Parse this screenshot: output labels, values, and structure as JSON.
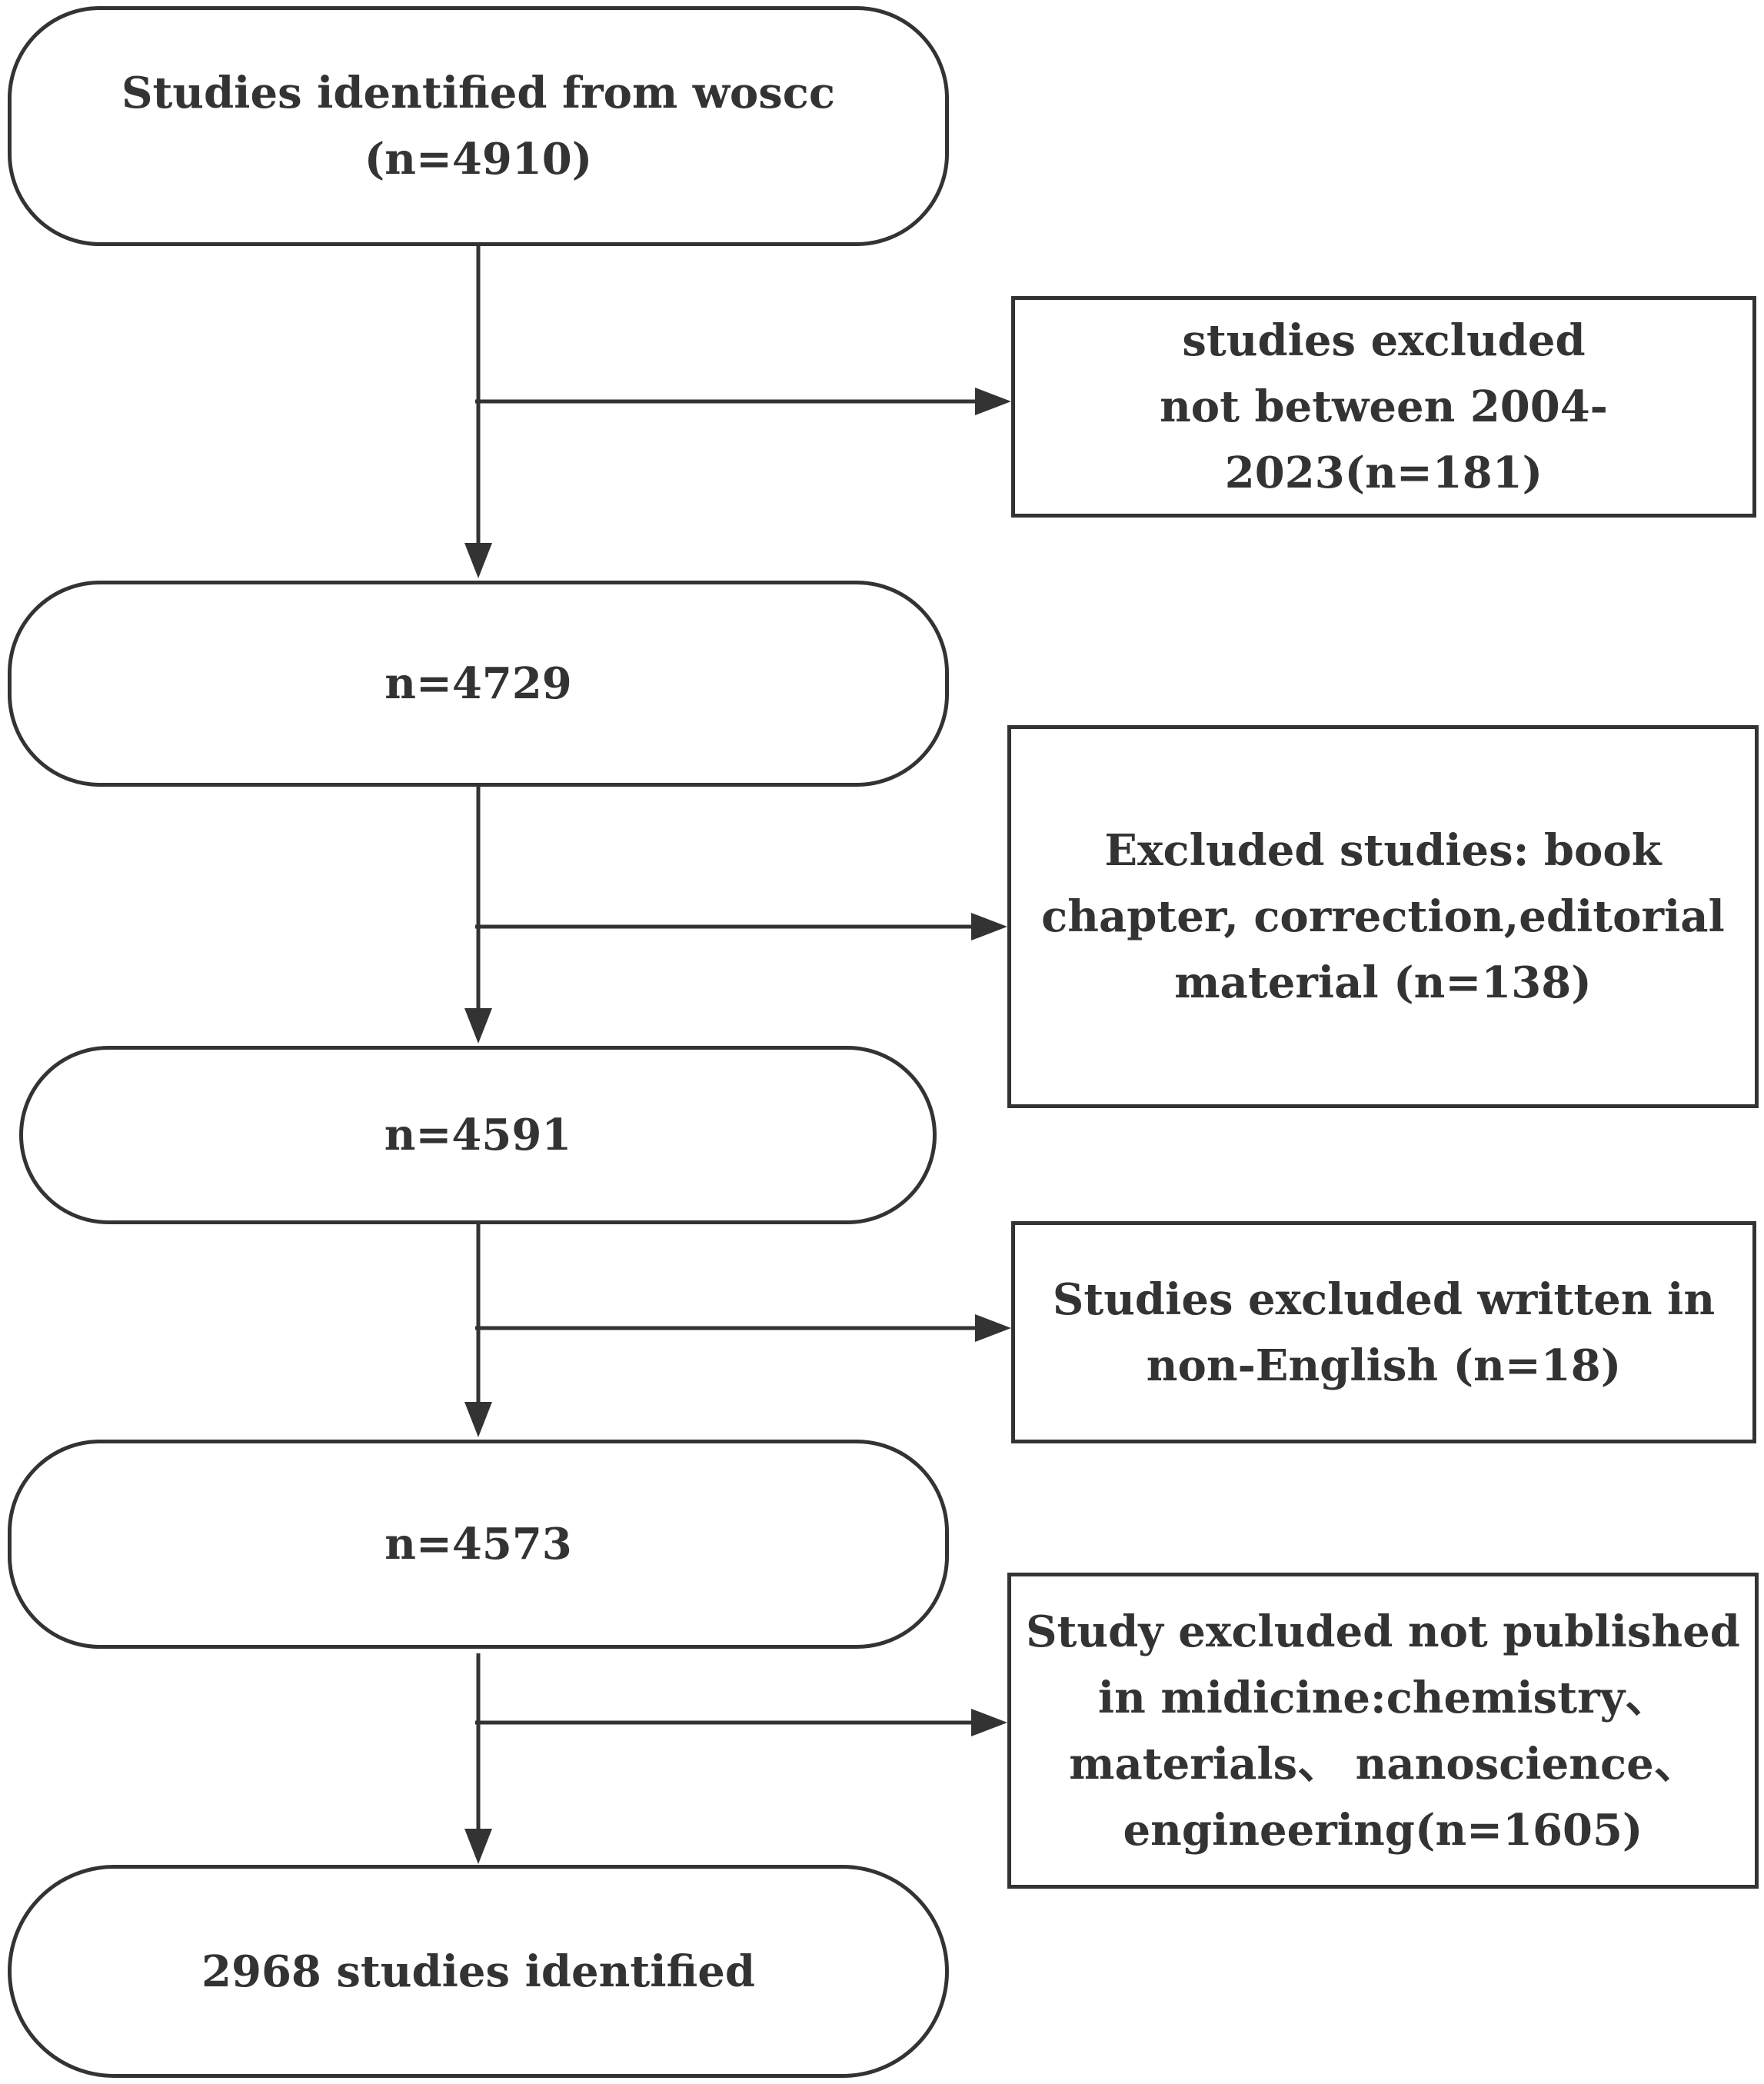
{
  "colors": {
    "stroke": "#333333",
    "text": "#333333",
    "background": "#ffffff"
  },
  "flow": {
    "identified": {
      "lines": [
        "Studies identified from woscc",
        "(n=4910)"
      ]
    },
    "after_year": {
      "lines": [
        "n=4729"
      ]
    },
    "after_type": {
      "lines": [
        "n=4591"
      ]
    },
    "after_language": {
      "lines": [
        "n=4573"
      ]
    },
    "final": {
      "lines": [
        "2968 studies identified"
      ]
    }
  },
  "exclusions": {
    "year": {
      "lines": [
        "studies excluded",
        "not between 2004-",
        "2023(n=181)"
      ]
    },
    "type": {
      "lines": [
        "Excluded studies: book",
        "chapter, correction,editorial",
        "material (n=138)"
      ]
    },
    "language": {
      "lines": [
        "Studies excluded written in",
        "non-English (n=18)"
      ]
    },
    "field": {
      "lines": [
        "Study excluded not published",
        "in midicine:chemistry、",
        "materials、 nanoscience、",
        "engineering(n=1605)"
      ]
    }
  }
}
